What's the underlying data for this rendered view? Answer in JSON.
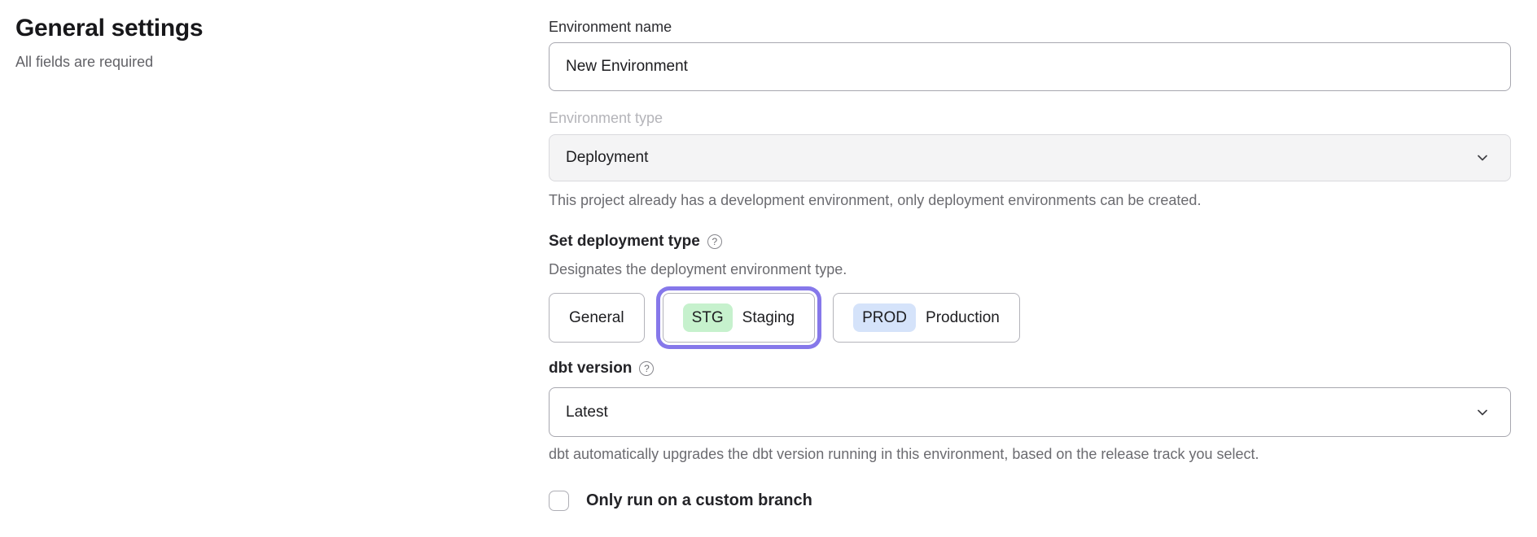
{
  "page": {
    "title": "General settings",
    "subtitle": "All fields are required"
  },
  "icons": {
    "help_glyph": "?"
  },
  "form": {
    "environment_name": {
      "label": "Environment name",
      "value": "New Environment"
    },
    "environment_type": {
      "label": "Environment type",
      "value": "Deployment",
      "disabled": true,
      "helper": "This project already has a development environment, only deployment environments can be created."
    },
    "deployment_type": {
      "label": "Set deployment type",
      "description": "Designates the deployment environment type.",
      "options": [
        {
          "label": "General",
          "badge": "",
          "selected": false
        },
        {
          "label": "Staging",
          "badge": "STG",
          "badge_color": "#c6f1cd",
          "selected": true
        },
        {
          "label": "Production",
          "badge": "PROD",
          "badge_color": "#d5e3fa",
          "selected": false
        }
      ]
    },
    "dbt_version": {
      "label": "dbt version",
      "value": "Latest",
      "helper": "dbt automatically upgrades the dbt version running in this environment, based on the release track you select."
    },
    "custom_branch": {
      "label": "Only run on a custom branch",
      "checked": false
    }
  },
  "colors": {
    "selected_ring_purple": "#8678ea",
    "staging_badge_green": "#c6f1cd",
    "production_badge_blue": "#d5e3fa",
    "disabled_field_bg": "#f4f4f5"
  }
}
